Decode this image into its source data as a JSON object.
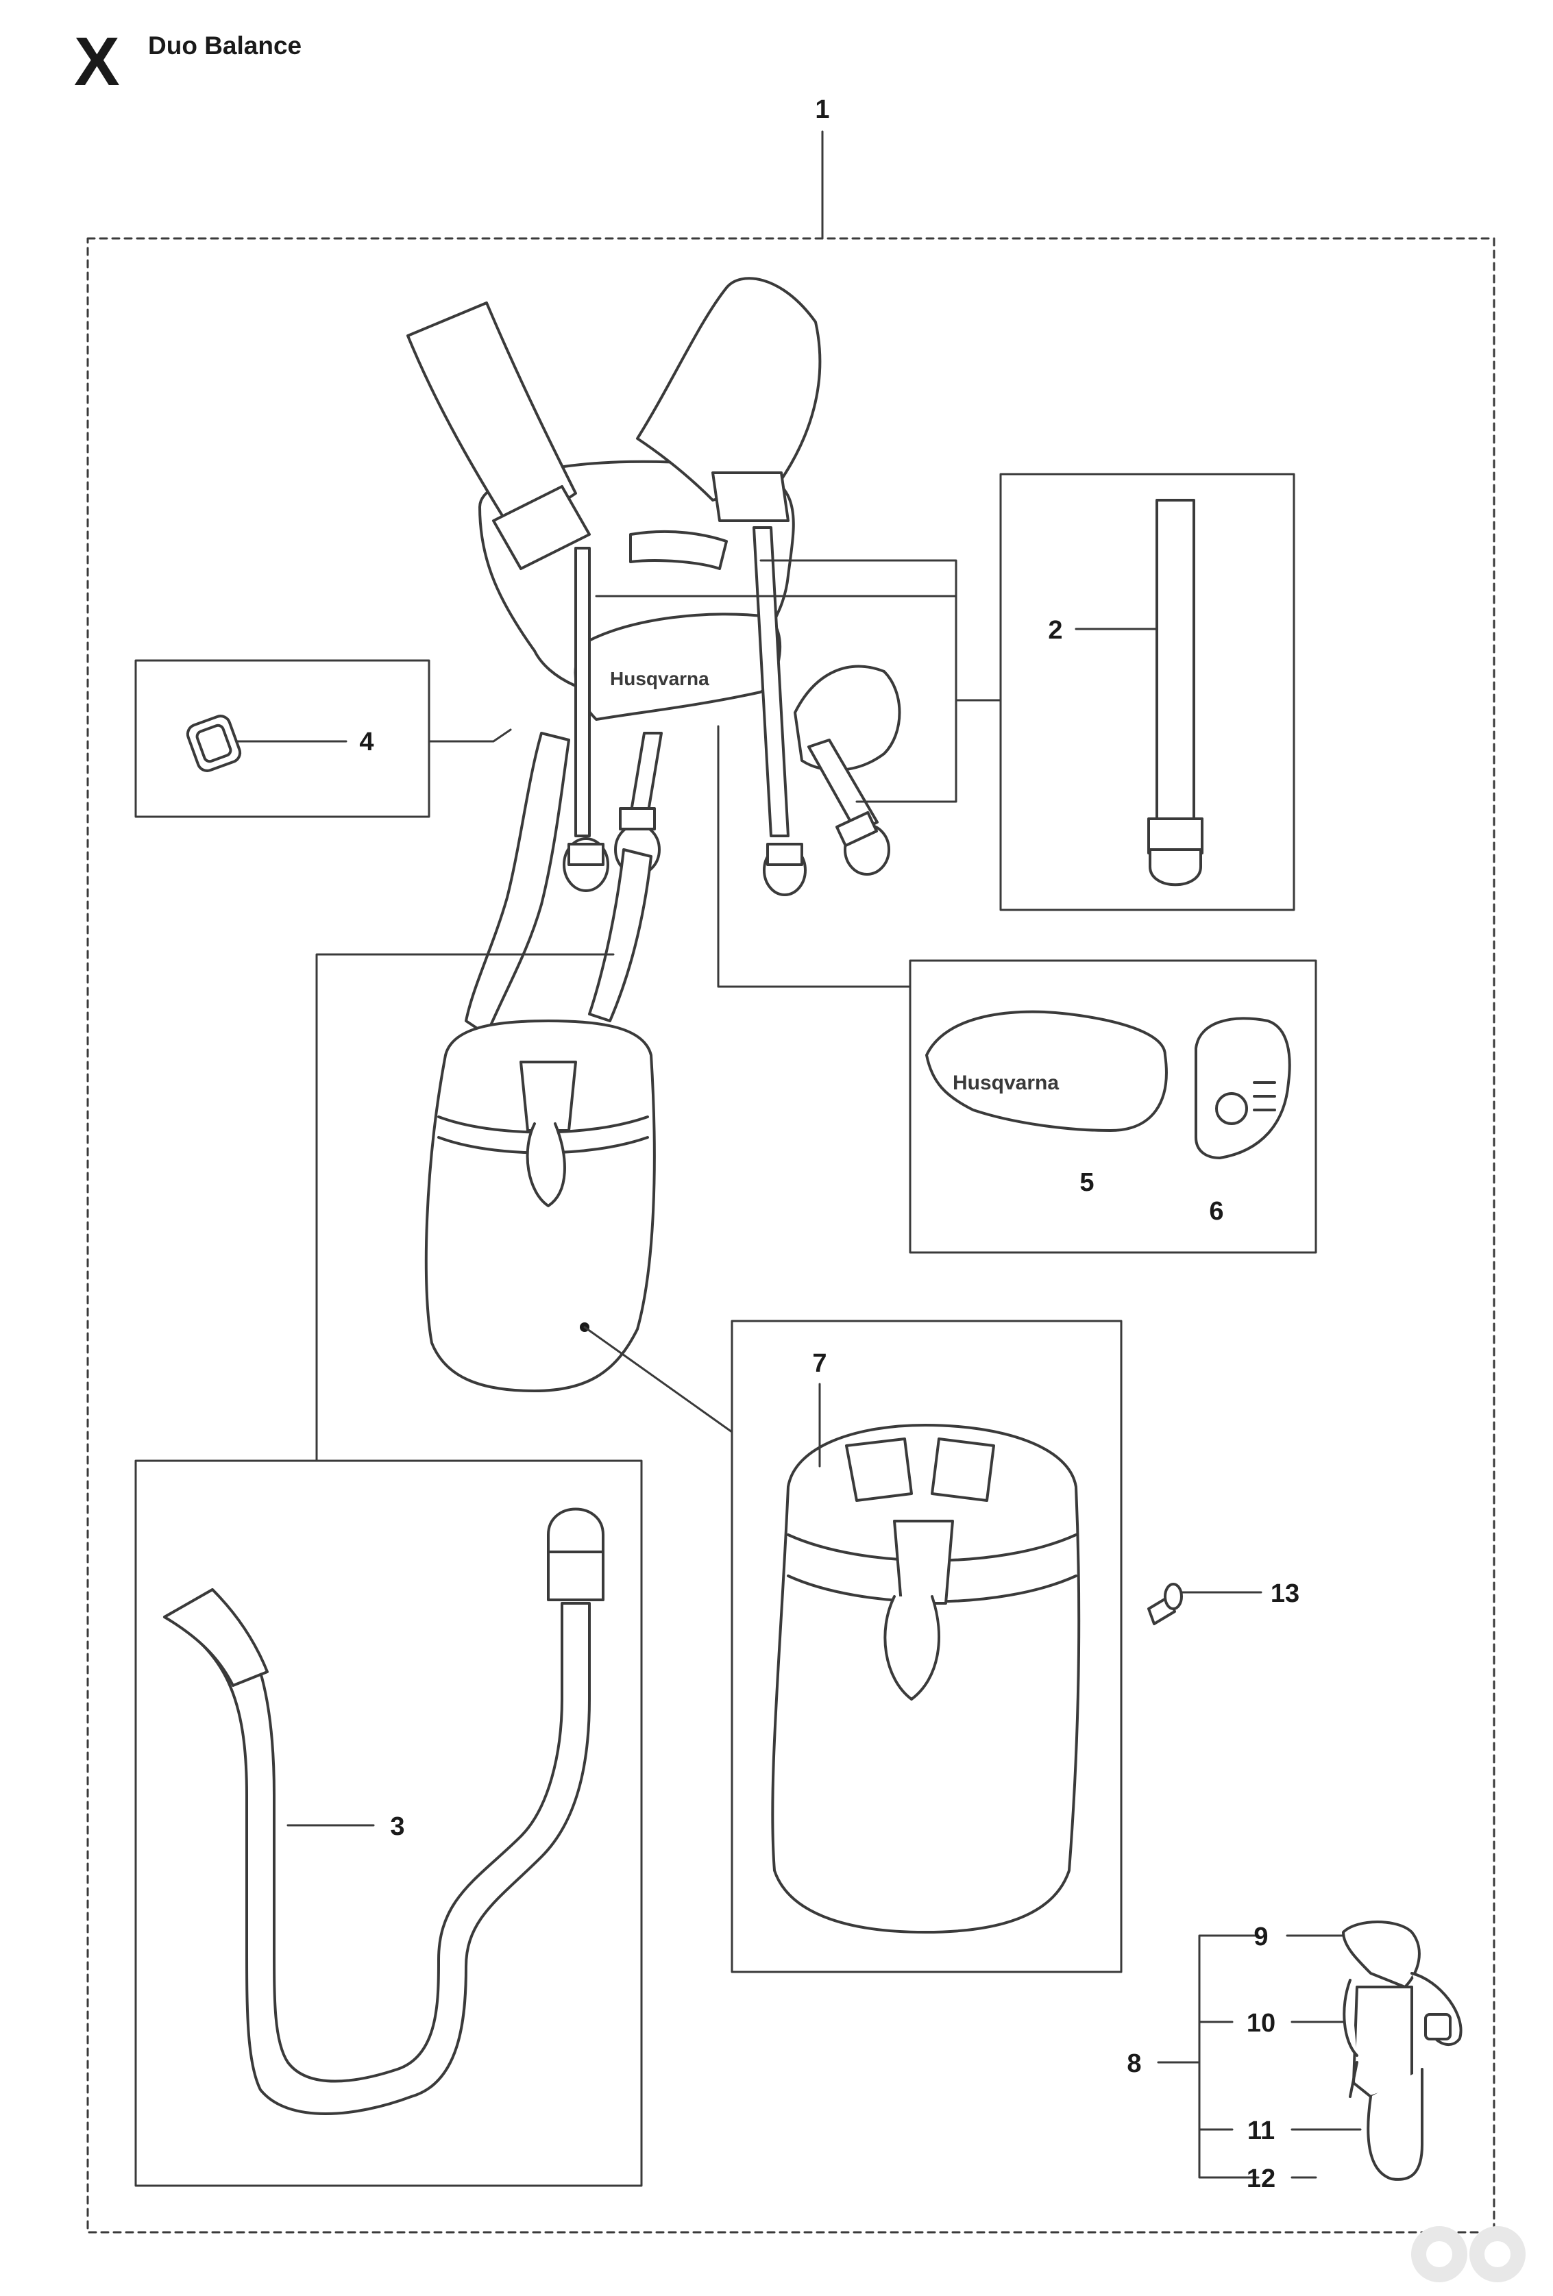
{
  "header": {
    "section_letter": "X",
    "title": "Duo Balance"
  },
  "brand_text": "Husqvarna",
  "callouts": {
    "c1": "1",
    "c2": "2",
    "c3": "3",
    "c4": "4",
    "c5": "5",
    "c6": "6",
    "c7": "7",
    "c8": "8",
    "c9": "9",
    "c10": "10",
    "c11": "11",
    "c12": "12",
    "c13": "13"
  },
  "colors": {
    "line": "#3a3a3a",
    "fill": "#ffffff",
    "watermark": "#e8e8e8"
  }
}
